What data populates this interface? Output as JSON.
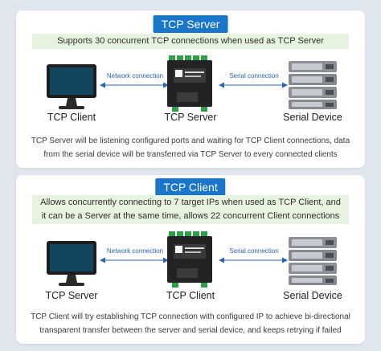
{
  "server_panel": {
    "title": "TCP Server",
    "note": "Supports 30 concurrent TCP connections when used as TCP Server",
    "left_label": "TCP Client",
    "center_label": "TCP Server",
    "right_label": "Serial Device",
    "left_link": "Network connection",
    "right_link": "Serial connection",
    "description": "TCP Server will be listening configured ports and waiting for TCP Client connections, data from the serial device will be transferred via TCP Server to every connected clients"
  },
  "client_panel": {
    "title": "TCP Client",
    "note": "Allows concurrently connecting to 7 target IPs when used as TCP Client, and it can be a Server at the same time, allows 22 concurrent Client connections",
    "left_label": "TCP Server",
    "center_label": "TCP Client",
    "right_label": "Serial Device",
    "left_link": "Network connection",
    "right_link": "Serial connection",
    "description": "TCP Client will try establishing TCP connection with configured IP to achieve bi-directional transparent transfer between the server and serial device, and keeps retrying if failed"
  },
  "colors": {
    "accent": "#1976c8",
    "note_bg": "#e6f4df",
    "link_text": "#2a63b0",
    "background": "#dfe6ee"
  },
  "icons": [
    "monitor-icon",
    "converter-device-icon",
    "server-rack-icon",
    "double-arrow-icon"
  ]
}
